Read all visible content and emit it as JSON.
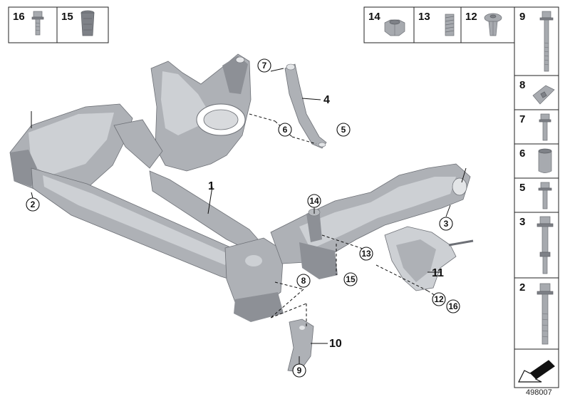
{
  "header_parts": [
    {
      "number": "16",
      "icon": "hex-flange-bolt-icon"
    },
    {
      "number": "15",
      "icon": "rivet-nut-icon"
    },
    {
      "number": "14",
      "icon": "hex-nut-icon"
    },
    {
      "number": "13",
      "icon": "threaded-sleeve-icon"
    },
    {
      "number": "12",
      "icon": "expanding-rivet-icon"
    }
  ],
  "side_parts": [
    {
      "number": "9",
      "icon": "long-bolt-icon"
    },
    {
      "number": "8",
      "icon": "bracket-clip-icon"
    },
    {
      "number": "7",
      "icon": "short-bolt-icon"
    },
    {
      "number": "6",
      "icon": "bushing-sleeve-icon"
    },
    {
      "number": "5",
      "icon": "flange-bolt-icon"
    },
    {
      "number": "3",
      "icon": "stud-bolt-icon"
    },
    {
      "number": "2",
      "icon": "hex-bolt-icon"
    }
  ],
  "callouts": {
    "front_axle_support": "1",
    "left_mount_bolt": "2",
    "right_mount_bolt": "3",
    "strut_brace": "4",
    "brace_bolt_lower": "5",
    "brace_sleeve": "6",
    "brace_bolt_upper": "7",
    "bracket_clip": "8",
    "bracket_bolt": "9",
    "left_bracket": "10",
    "heat_shield": "11",
    "shield_rivet": "12",
    "mount_sleeve": "13",
    "mount_nut": "14",
    "frame_rivet_nut": "15",
    "shield_bolt": "16"
  },
  "document_id": "498007",
  "colors": {
    "part_dark": "#8d9096",
    "part_light": "#cdd0d4",
    "line": "#111111"
  }
}
